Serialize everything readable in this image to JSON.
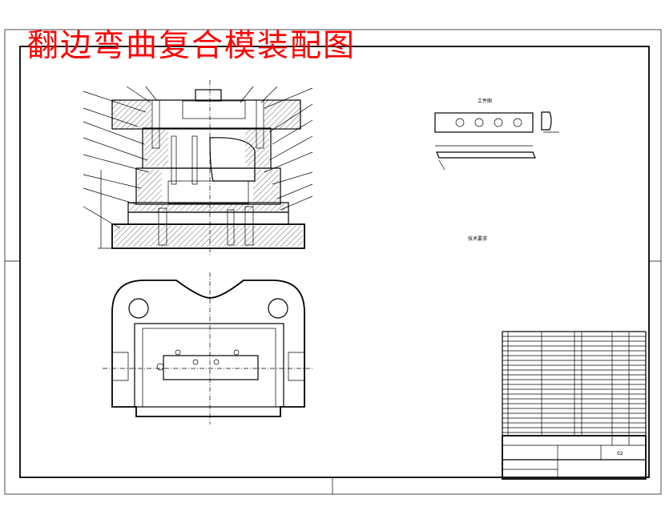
{
  "drawing": {
    "title": "翻边弯曲复合模装配图",
    "part_view_title": "工件图",
    "tech_req_title": "技术要求",
    "title_block_code": "02",
    "colors": {
      "title": "#ff0000",
      "lines": "#000000",
      "paper": "#ffffff"
    }
  }
}
